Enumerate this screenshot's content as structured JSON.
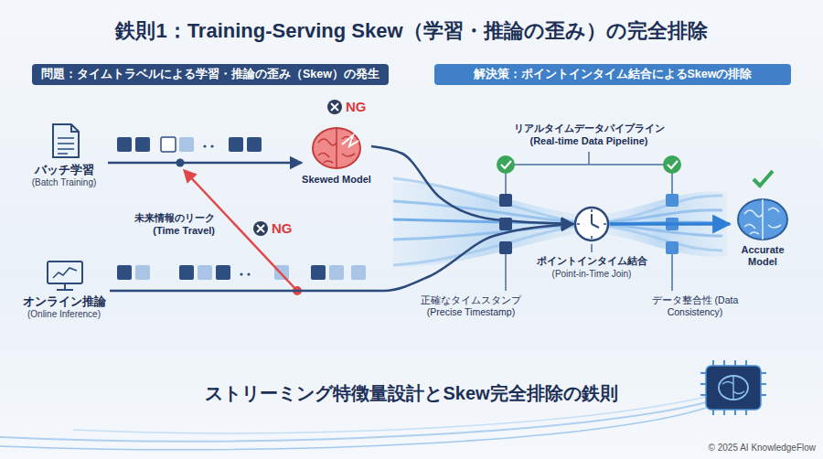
{
  "diagram": {
    "title": "鉄則1：Training-Serving Skew（学習・推論の歪み）の完全排除",
    "nodes": [
      {
        "text": [
          "問題：タイムトラベルによる学習・推論の歪み（Skew）の発生"
        ]
      },
      {
        "text": [
          "解決策：ポイントインタイム結合によるSkewの排除"
        ]
      },
      {
        "text": [
          "バッチ学習",
          "(Batch Training)"
        ]
      },
      {
        "text": [
          "Skewed Model"
        ]
      },
      {
        "text": [
          "オンライン推論",
          "(Online Inference)"
        ]
      },
      {
        "text": [
          "ポイントインタイム結合",
          "(Point-in-Time Join)"
        ]
      },
      {
        "text": [
          "Accurate Model"
        ]
      }
    ],
    "edges": [
      {
        "from": 2,
        "to": 3,
        "arrow": "to"
      },
      {
        "from": 3,
        "to": 5,
        "arrow": "to"
      },
      {
        "from": 4,
        "to": 5,
        "arrow": "to"
      },
      {
        "from": 5,
        "to": 6,
        "arrow": "to"
      }
    ],
    "labels": [
      "NG",
      "未来情報のリーク (Time Travel)",
      "NG",
      "リアルタイムデータパイプライン (Real-time Data Pipeline)",
      "正確なタイムスタンプ (Precise Timestamp)",
      "データ整合性 (Data Consistency)",
      "ストリーミング特徴量設計とSkew完全排除の鉄則",
      "© 2025 AI KnowledgeFlow"
    ]
  }
}
